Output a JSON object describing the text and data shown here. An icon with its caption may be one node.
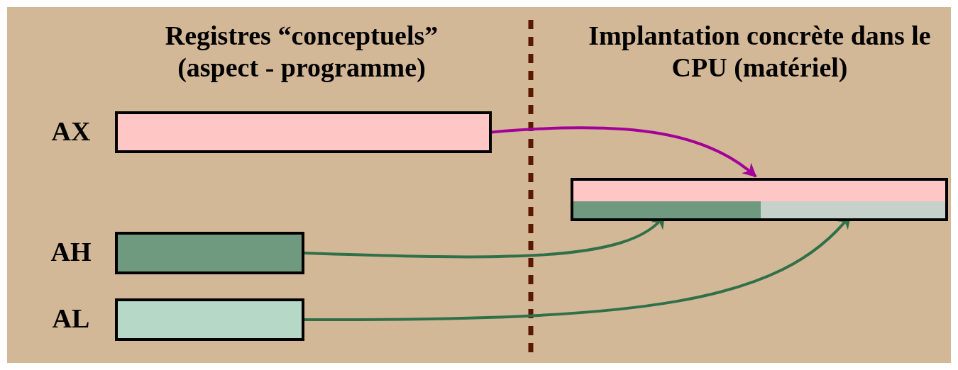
{
  "diagram": {
    "nodes": [
      {
        "text": [],
        "shape": "box",
        "beside": [
          "AX"
        ]
      },
      {
        "text": [],
        "shape": "box",
        "beside": [
          "AH"
        ]
      },
      {
        "text": [],
        "shape": "box",
        "beside": [
          "AL"
        ]
      },
      {
        "text": [],
        "shape": "box"
      },
      {
        "text": [],
        "shape": "bar",
        "in": 3
      },
      {
        "text": [],
        "shape": "bar",
        "in": 3
      },
      {
        "text": [],
        "shape": "bar",
        "in": 3
      }
    ],
    "edges": [
      {
        "from": 0,
        "to": 3,
        "arrow": "to",
        "color": "#a3009a"
      },
      {
        "from": 1,
        "to": 5,
        "arrow": "to"
      },
      {
        "from": 2,
        "to": 6,
        "arrow": "to"
      }
    ],
    "labels": [
      "Registres “conceptuels” (aspect - programme)",
      "Implantation concrète dans le CPU (matériel)"
    ]
  }
}
